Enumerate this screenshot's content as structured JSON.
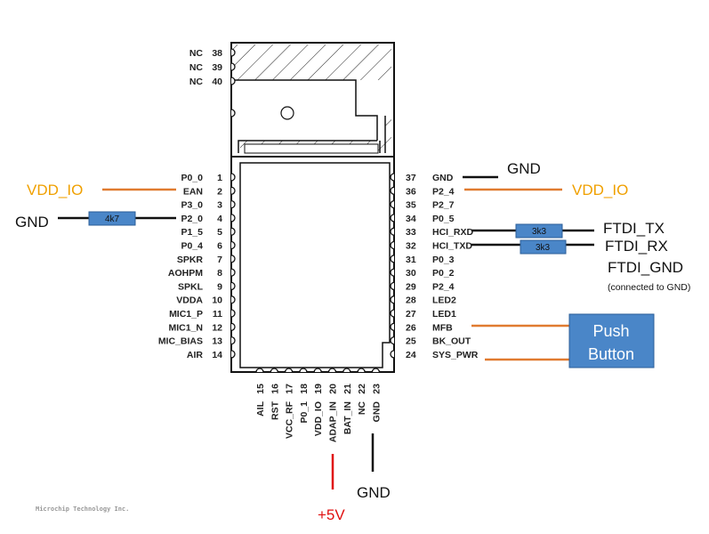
{
  "module": {
    "top_pins": [
      {
        "num": "38",
        "name": "NC"
      },
      {
        "num": "39",
        "name": "NC"
      },
      {
        "num": "40",
        "name": "NC"
      }
    ],
    "left_pins": [
      {
        "num": "1",
        "name": "P0_0"
      },
      {
        "num": "2",
        "name": "EAN"
      },
      {
        "num": "3",
        "name": "P3_0"
      },
      {
        "num": "4",
        "name": "P2_0"
      },
      {
        "num": "5",
        "name": "P1_5"
      },
      {
        "num": "6",
        "name": "P0_4"
      },
      {
        "num": "7",
        "name": "SPKR"
      },
      {
        "num": "8",
        "name": "AOHPM"
      },
      {
        "num": "9",
        "name": "SPKL"
      },
      {
        "num": "10",
        "name": "VDDA"
      },
      {
        "num": "11",
        "name": "MIC1_P"
      },
      {
        "num": "12",
        "name": "MIC1_N"
      },
      {
        "num": "13",
        "name": "MIC_BIAS"
      },
      {
        "num": "14",
        "name": "AIR"
      }
    ],
    "right_pins": [
      {
        "num": "37",
        "name": "GND"
      },
      {
        "num": "36",
        "name": "P2_4"
      },
      {
        "num": "35",
        "name": "P2_7"
      },
      {
        "num": "34",
        "name": "P0_5"
      },
      {
        "num": "33",
        "name": "HCI_RXD"
      },
      {
        "num": "32",
        "name": "HCI_TXD"
      },
      {
        "num": "31",
        "name": "P0_3"
      },
      {
        "num": "30",
        "name": "P0_2"
      },
      {
        "num": "29",
        "name": "P2_4"
      },
      {
        "num": "28",
        "name": "LED2"
      },
      {
        "num": "27",
        "name": "LED1"
      },
      {
        "num": "26",
        "name": "MFB"
      },
      {
        "num": "25",
        "name": "BK_OUT"
      },
      {
        "num": "24",
        "name": "SYS_PWR"
      }
    ],
    "bottom_pins": [
      {
        "num": "15",
        "name": "AIL"
      },
      {
        "num": "16",
        "name": "RST"
      },
      {
        "num": "17",
        "name": "VCC_RF"
      },
      {
        "num": "18",
        "name": "P0_1"
      },
      {
        "num": "19",
        "name": "VDD_IO"
      },
      {
        "num": "20",
        "name": "ADAP_IN"
      },
      {
        "num": "21",
        "name": "BAT_IN"
      },
      {
        "num": "22",
        "name": "NC"
      },
      {
        "num": "23",
        "name": "GND"
      }
    ]
  },
  "connections": {
    "left_vdd_io": "VDD_IO",
    "left_gnd": "GND",
    "resistor_left": "4k7",
    "right_gnd": "GND",
    "right_vdd_io": "VDD_IO",
    "resistor_rx": "3k3",
    "resistor_tx": "3k3",
    "ftdi_tx": "FTDI_TX",
    "ftdi_rx": "FTDI_RX",
    "ftdi_gnd": "FTDI_GND",
    "ftdi_gnd_note": "(connected to GND)",
    "push_button_line1": "Push",
    "push_button_line2": "Button",
    "plus5v": "+5V",
    "bottom_gnd": "GND"
  },
  "watermark": "Microchip Technology Inc.",
  "colors": {
    "vdd_wire": "#e07b30",
    "vdd_text": "#f0a000",
    "power_wire": "#e01010",
    "resistor_fill": "#4a86c8",
    "button_fill": "#4a86c8"
  }
}
